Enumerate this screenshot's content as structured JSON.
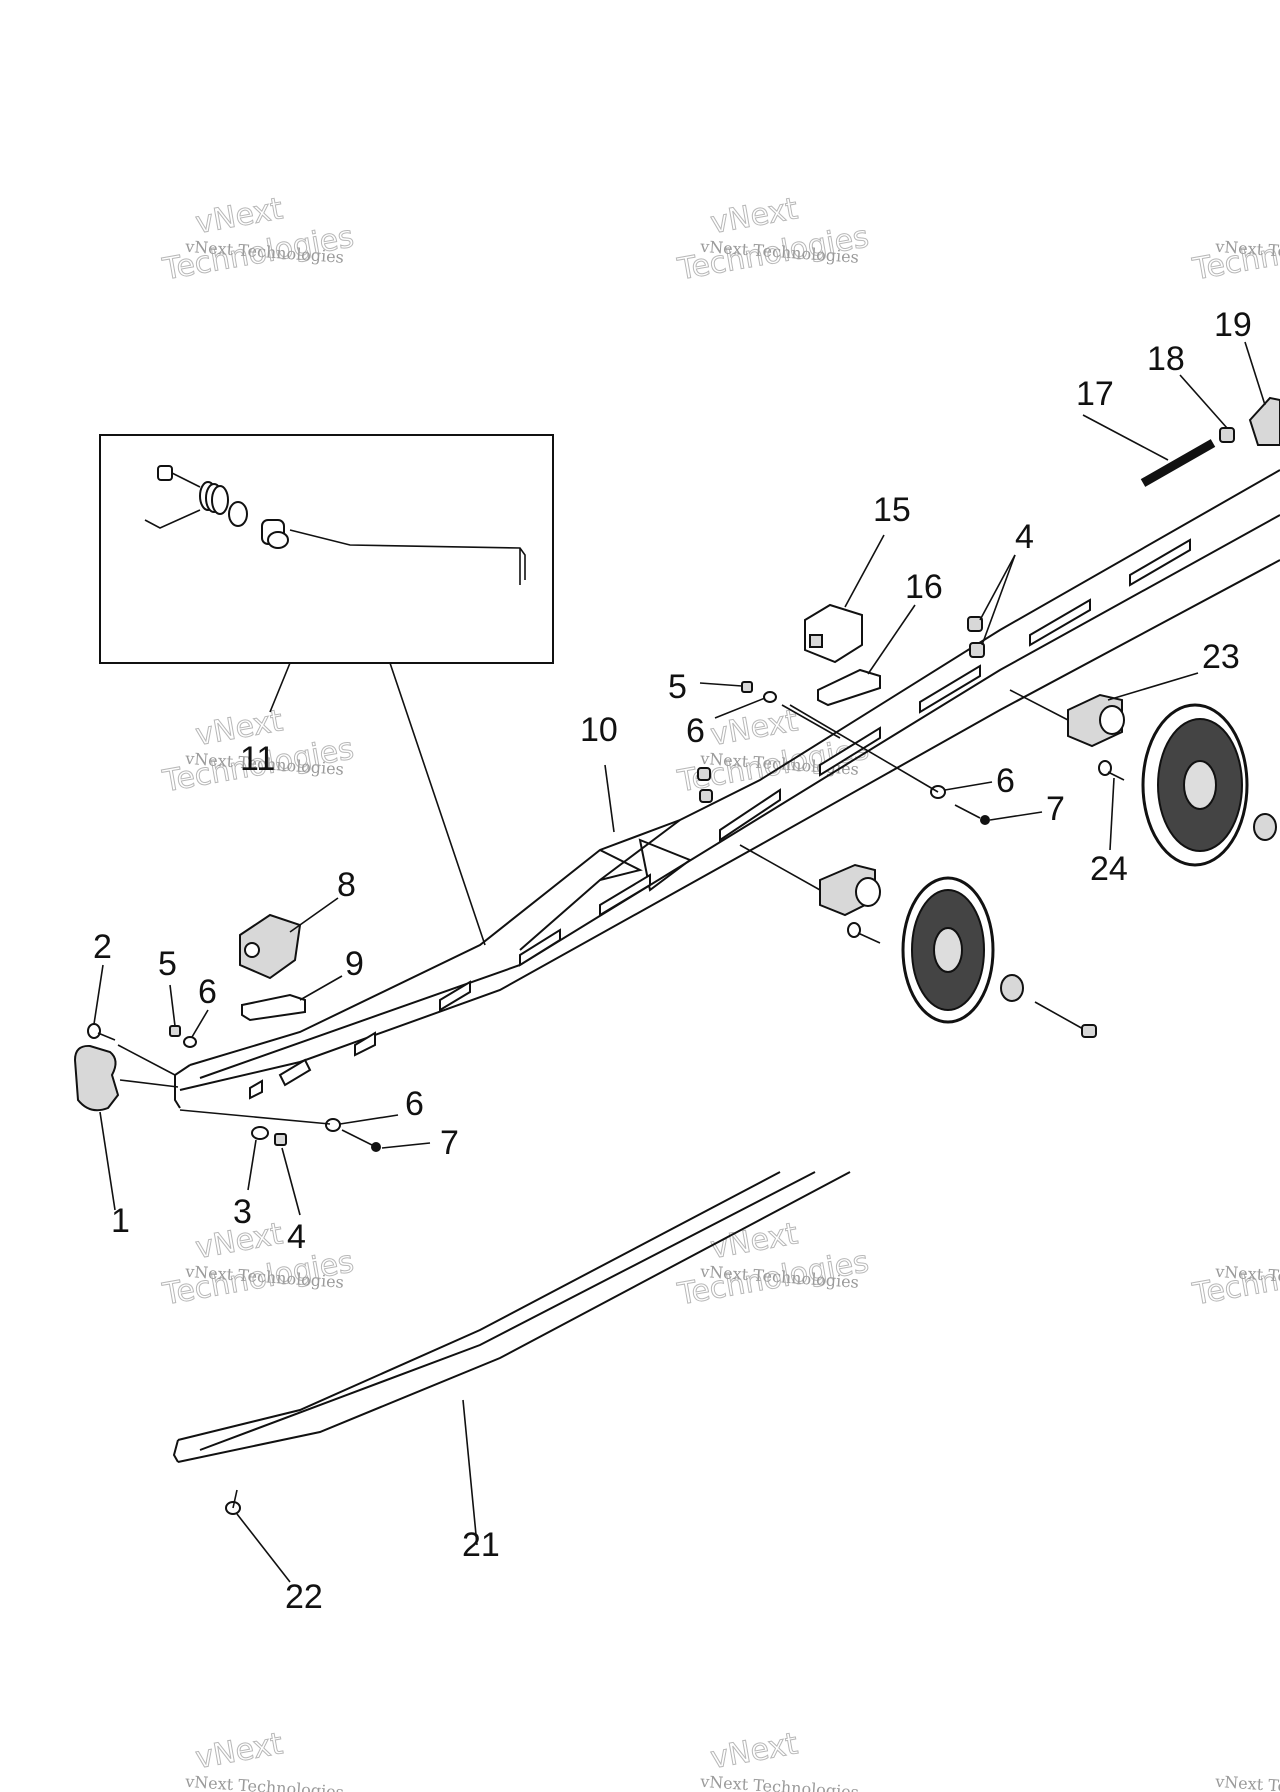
{
  "watermark": {
    "line1": "vNext Technologies",
    "line2": "vNext",
    "line3": "Technologies"
  },
  "callouts": [
    {
      "id": "c1",
      "label": "1"
    },
    {
      "id": "c2",
      "label": "2"
    },
    {
      "id": "c3",
      "label": "3"
    },
    {
      "id": "c4a",
      "label": "4"
    },
    {
      "id": "c4b",
      "label": "4"
    },
    {
      "id": "c5a",
      "label": "5"
    },
    {
      "id": "c5b",
      "label": "5"
    },
    {
      "id": "c6a",
      "label": "6"
    },
    {
      "id": "c6b",
      "label": "6"
    },
    {
      "id": "c6c",
      "label": "6"
    },
    {
      "id": "c6d",
      "label": "6"
    },
    {
      "id": "c7a",
      "label": "7"
    },
    {
      "id": "c7b",
      "label": "7"
    },
    {
      "id": "c8",
      "label": "8"
    },
    {
      "id": "c9",
      "label": "9"
    },
    {
      "id": "c10",
      "label": "10"
    },
    {
      "id": "c11",
      "label": "11"
    },
    {
      "id": "c15",
      "label": "15"
    },
    {
      "id": "c16",
      "label": "16"
    },
    {
      "id": "c17",
      "label": "17"
    },
    {
      "id": "c18",
      "label": "18"
    },
    {
      "id": "c19",
      "label": "19"
    },
    {
      "id": "c21",
      "label": "21"
    },
    {
      "id": "c22",
      "label": "22"
    },
    {
      "id": "c23",
      "label": "23"
    },
    {
      "id": "c24",
      "label": "24"
    }
  ]
}
